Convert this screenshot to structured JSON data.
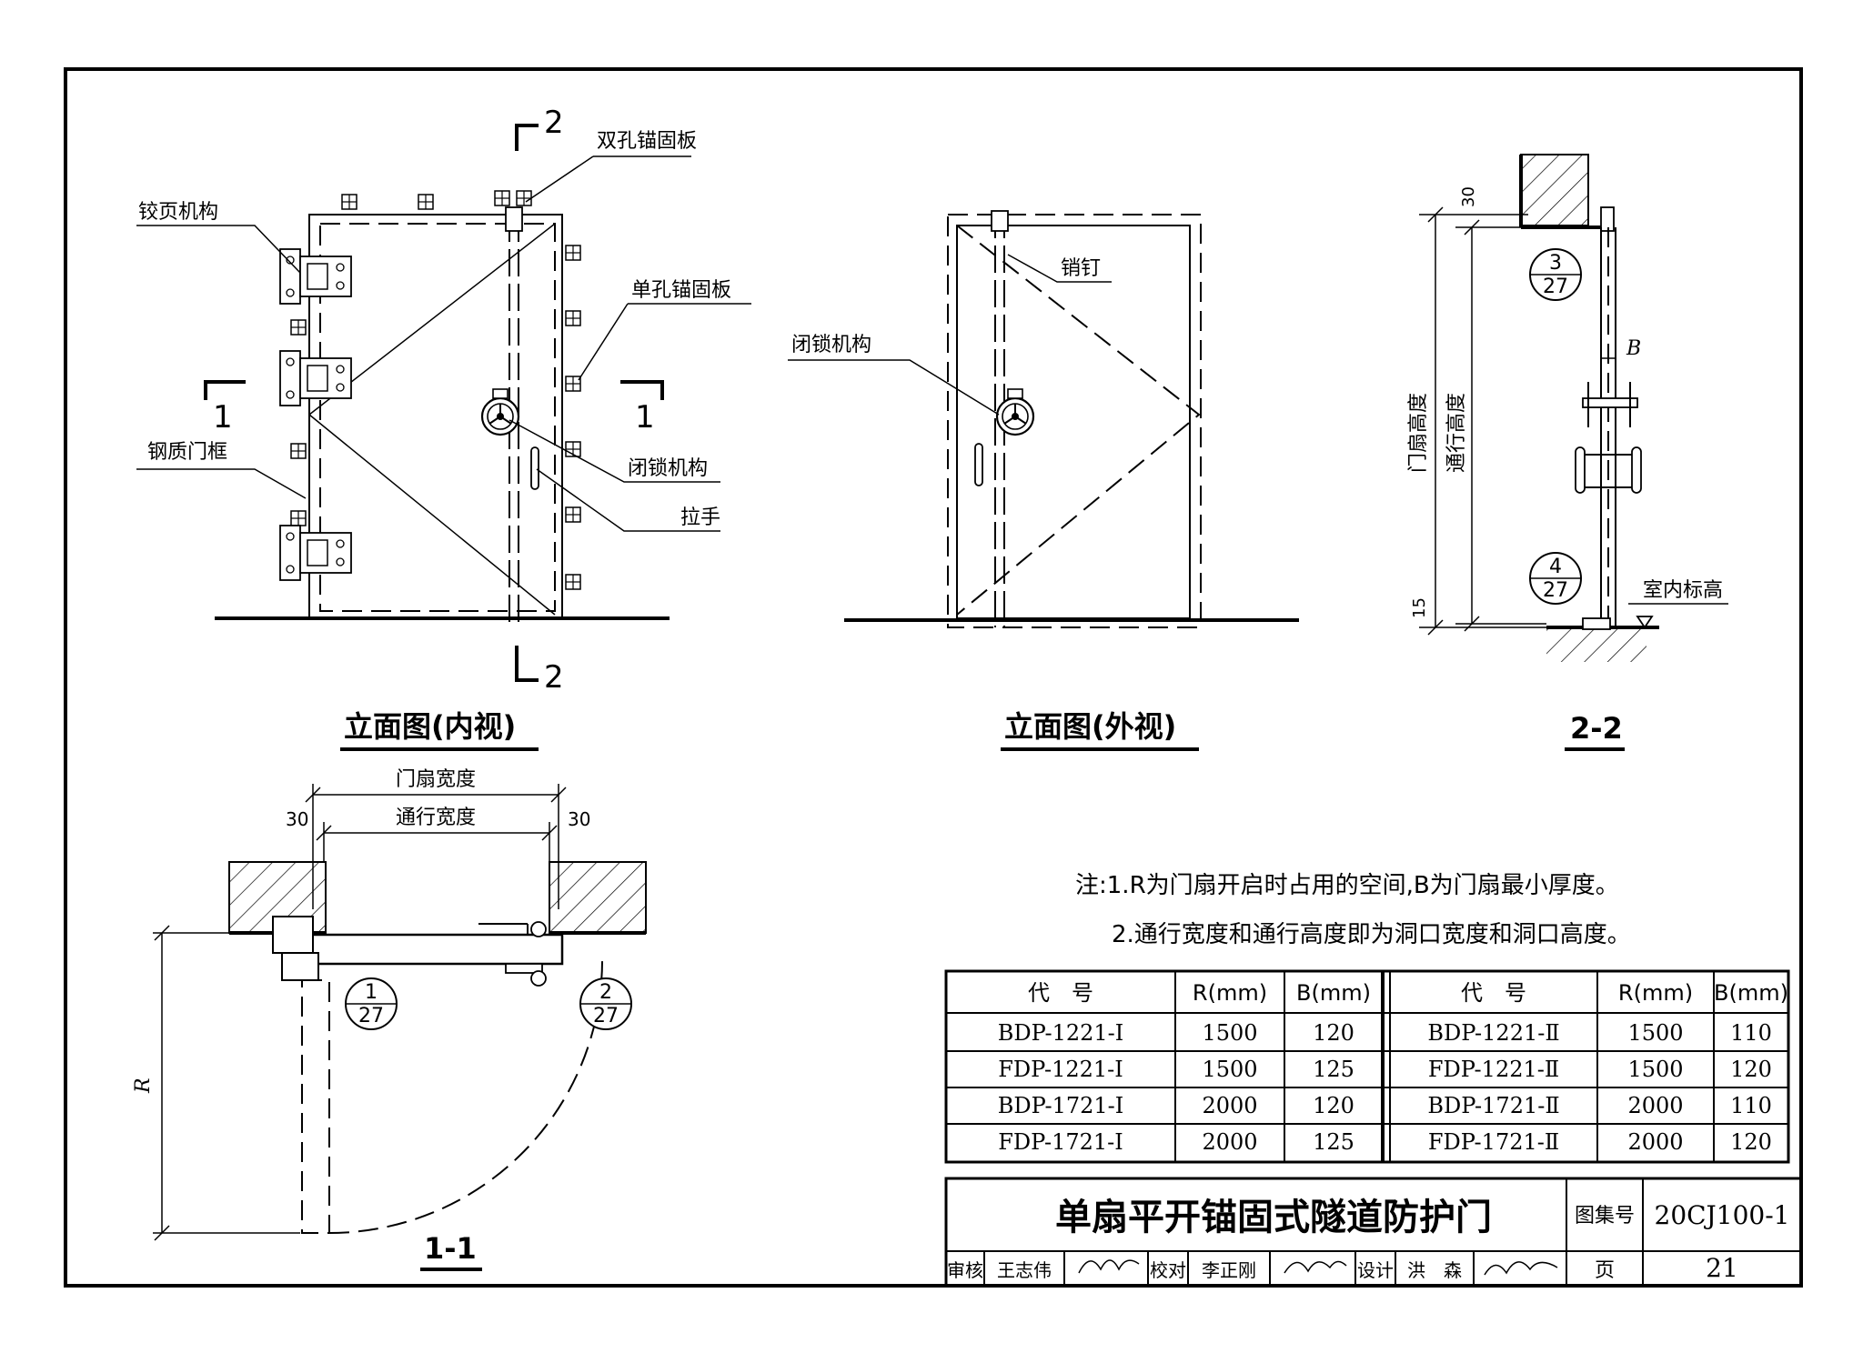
{
  "title_block": {
    "drawing_title": "单扇平开锚固式隧道防护门",
    "atlas_label": "图集号",
    "atlas_number": "20CJ100-1",
    "page_label": "页",
    "page_number": "21",
    "review_label": "审核",
    "review_name": "王志伟",
    "check_label": "校对",
    "check_name": "李正刚",
    "design_label": "设计",
    "design_name": "洪　森"
  },
  "views": {
    "inner_elevation": {
      "title": "立面图(内视)",
      "section_mark_1": "1",
      "section_mark_2": "2",
      "labels": {
        "hinge": "铰页机构",
        "double_anchor": "双孔锚固板",
        "single_anchor": "单孔锚固板",
        "steel_frame": "钢质门框",
        "lock": "闭锁机构",
        "handle": "拉手"
      }
    },
    "outer_elevation": {
      "title": "立面图(外视)",
      "labels": {
        "pin": "销钉",
        "lock": "闭锁机构"
      }
    },
    "section_2_2": {
      "title": "2-2",
      "dim_top": "30",
      "dim_bottom": "15",
      "door_height": "门扇高度",
      "pass_height": "通行高度",
      "thickness": "B",
      "floor_level": "室内标高",
      "ref_a_top": "3",
      "ref_a_bottom": "27",
      "ref_b_top": "4",
      "ref_b_bottom": "27"
    },
    "section_1_1": {
      "title": "1-1",
      "door_width": "门扇宽度",
      "pass_width": "通行宽度",
      "dim_left": "30",
      "dim_right": "30",
      "radius": "R",
      "ref_a_top": "1",
      "ref_a_bottom": "27",
      "ref_b_top": "2",
      "ref_b_bottom": "27"
    }
  },
  "notes": {
    "line1": "注:1.R为门扇开启时占用的空间,B为门扇最小厚度。",
    "line2": "2.通行宽度和通行高度即为洞口宽度和洞口高度。"
  },
  "spec_table": {
    "headers": [
      "代　号",
      "R(mm)",
      "B(mm)",
      "代　号",
      "R(mm)",
      "B(mm)"
    ],
    "rows": [
      [
        "BDP-1221-Ⅰ",
        "1500",
        "120",
        "BDP-1221-Ⅱ",
        "1500",
        "110"
      ],
      [
        "FDP-1221-Ⅰ",
        "1500",
        "125",
        "FDP-1221-Ⅱ",
        "1500",
        "120"
      ],
      [
        "BDP-1721-Ⅰ",
        "2000",
        "120",
        "BDP-1721-Ⅱ",
        "2000",
        "110"
      ],
      [
        "FDP-1721-Ⅰ",
        "2000",
        "125",
        "FDP-1721-Ⅱ",
        "2000",
        "120"
      ]
    ]
  }
}
